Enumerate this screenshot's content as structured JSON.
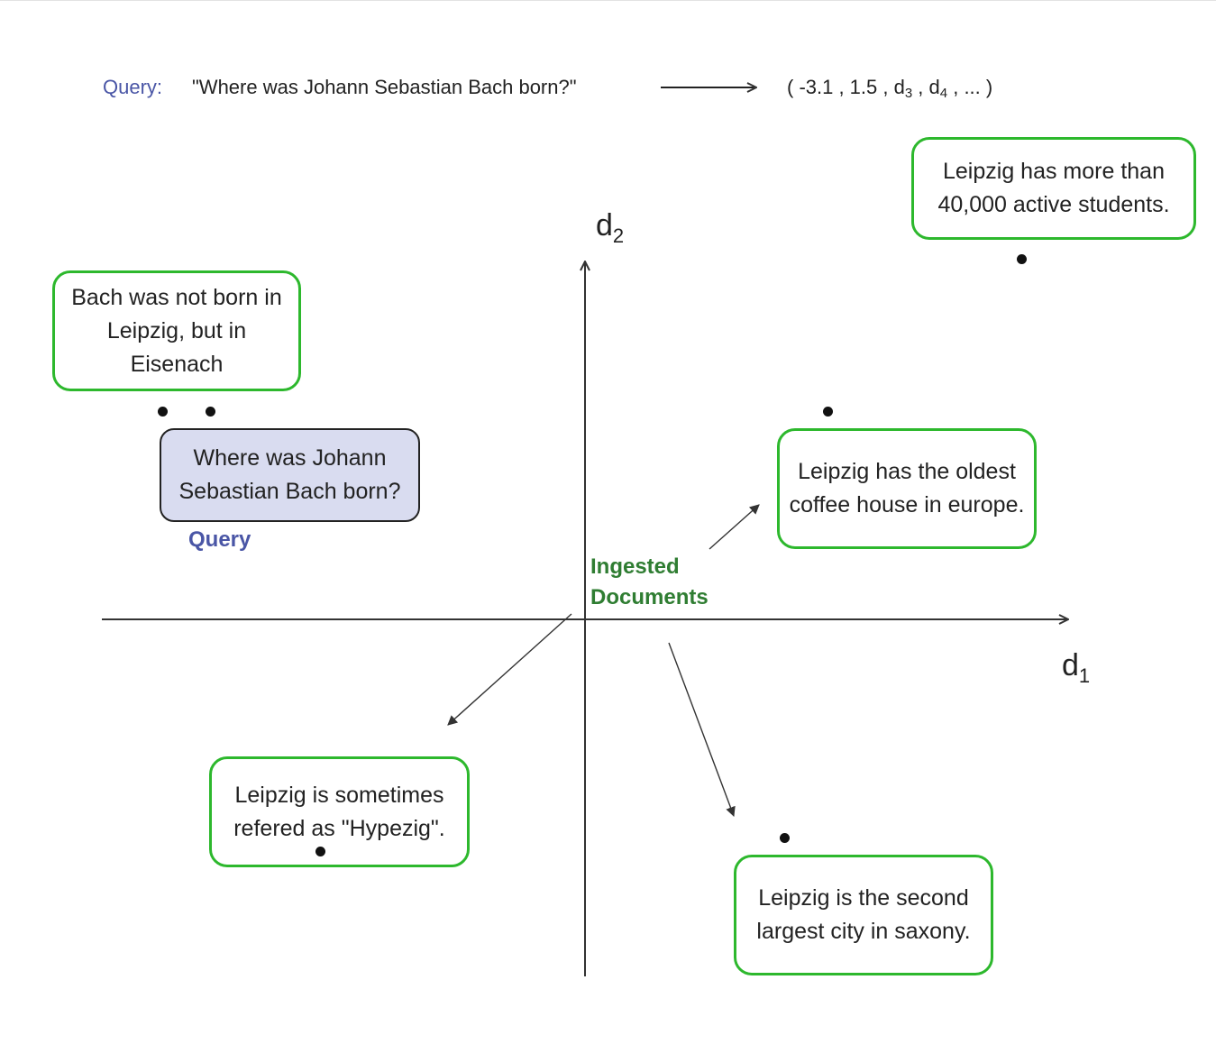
{
  "header": {
    "query_label": "Query:",
    "query_text": "\"Where was Johann Sebastian Bach born?\"",
    "vector": {
      "open": "( -3.1 , 1.5 , d",
      "sub3": "3",
      "mid": " , d",
      "sub4": "4",
      "close": " , ... )"
    }
  },
  "axes": {
    "x": {
      "base": "d",
      "sub": "1"
    },
    "y": {
      "base": "d",
      "sub": "2"
    }
  },
  "query_box": {
    "text": "Where was Johann Sebastian Bach born?",
    "caption": "Query"
  },
  "ingested_label": {
    "line1": "Ingested",
    "line2": "Documents"
  },
  "documents": [
    {
      "text": "Leipzig has more than 40,000 active students."
    },
    {
      "text": "Bach was not born in Leipzig, but in Eisenach"
    },
    {
      "text": "Leipzig has the oldest coffee house in europe."
    },
    {
      "text": "Leipzig is sometimes refered as \"Hypezig\"."
    },
    {
      "text": "Leipzig is the second largest city in saxony."
    }
  ],
  "colors": {
    "document_border": "#2db82d",
    "query_fill": "#d9dcf0",
    "query_label": "#4a56a6",
    "ingested_label": "#2f7d32"
  }
}
